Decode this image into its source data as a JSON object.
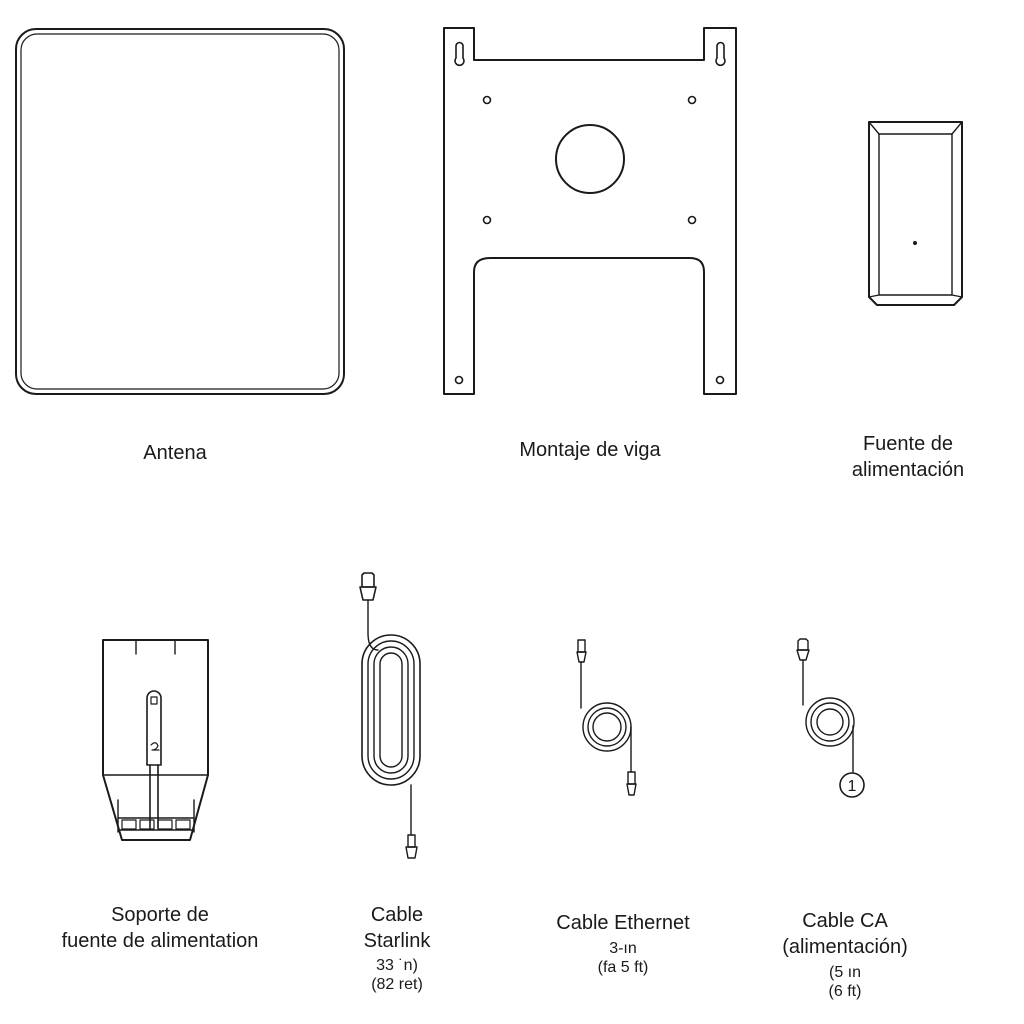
{
  "items": {
    "antenna": {
      "label": "Antena"
    },
    "beam_mount": {
      "label": "Montaje de viga"
    },
    "power_supply": {
      "label_line1": "Fuente de",
      "label_line2": "alimentación"
    },
    "power_supply_bracket": {
      "label_line1": "Soporte de",
      "label_line2": "fuente de alimentation"
    },
    "starlink_cable": {
      "label_line1": "Cable",
      "label_line2": "Starlink",
      "spec_line1": "33 ˙n)",
      "spec_line2": "(82 ret)"
    },
    "ethernet_cable": {
      "label": "Cable Ethernet",
      "spec_line1": "3-ın",
      "spec_line2": "(fa 5 ft)"
    },
    "ac_cable": {
      "label_line1": "Cable CA",
      "label_line2": "(alimentación)",
      "spec_line1": "(5 ın",
      "spec_line2": "(6 ft)",
      "callout": "1"
    }
  },
  "colors": {
    "stroke": "#1a1a1a",
    "background": "#ffffff"
  }
}
